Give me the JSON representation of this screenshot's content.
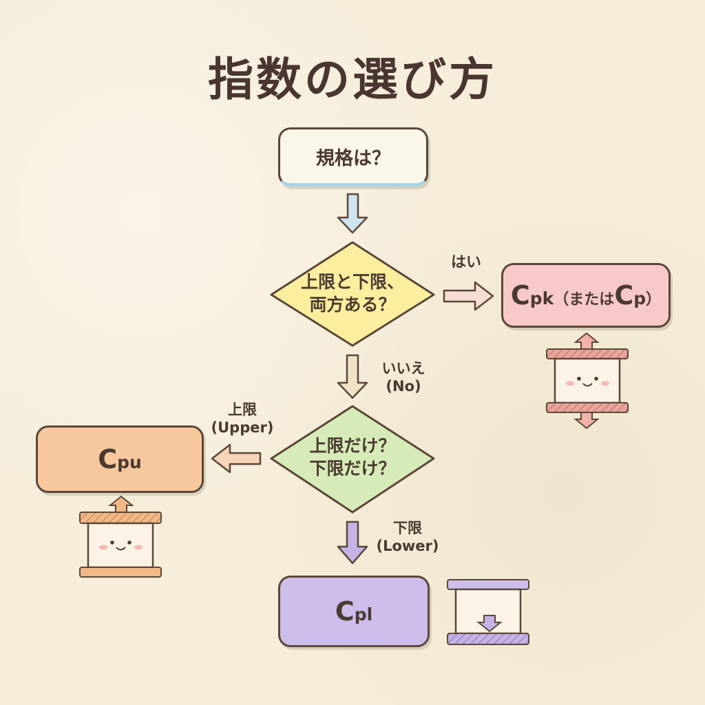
{
  "title": "指数の選び方",
  "nodes": {
    "start": "規格は？",
    "q1": {
      "line1": "上限と下限、",
      "line2": "両方ある？"
    },
    "q2": {
      "line1": "上限だけ？",
      "line2": "下限だけ？"
    },
    "cpk": {
      "c": "C",
      "sub": "pk",
      "rest": "（または",
      "c2": "C",
      "sub2": "p",
      "close": "）"
    },
    "cpu": {
      "c": "C",
      "sub": "pu"
    },
    "cpl": {
      "c": "C",
      "sub": "pl"
    }
  },
  "edges": {
    "yes": "はい",
    "no_jp": "いいえ",
    "no_en": "(No)",
    "upper_jp": "上限",
    "upper_en": "(Upper)",
    "lower_jp": "下限",
    "lower_en": "(Lower)"
  },
  "colors": {
    "background": "#f6eedb",
    "outline": "#5a4638",
    "start_fill": "#fbf6ea",
    "start_border_accent": "#a9d3e6",
    "q1_fill": "#fbee9f",
    "q2_fill": "#d6ebb8",
    "cpk_fill": "#f8c9c9",
    "cpu_fill": "#f7c79e",
    "cpl_fill": "#cdbdea"
  }
}
